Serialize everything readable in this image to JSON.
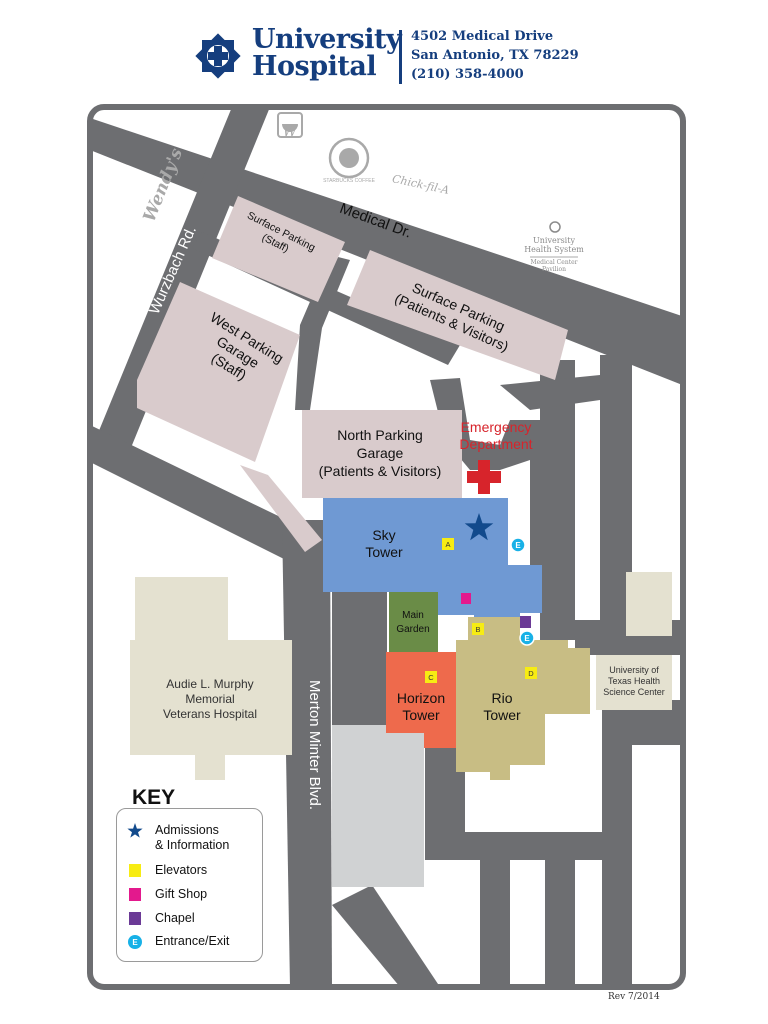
{
  "header": {
    "logo_line1": "University",
    "logo_line2": "Hospital",
    "address_line1": "4502 Medical Drive",
    "address_line2": "San Antonio, TX 78229",
    "phone": "(210) 358-4000"
  },
  "streets": {
    "medical_dr": "Medical Dr.",
    "wurzbach_rd": "Wurzbach Rd.",
    "merton_minter_blvd": "Merton Minter Blvd."
  },
  "landmarks": {
    "wendys": "Wendy's",
    "starbucks": "STARBUCKS COFFEE",
    "chick_fil_a": "Chick-fil-A",
    "uhs_line1": "University",
    "uhs_line2": "Health System",
    "uhs_line3": "Medical Center",
    "uhs_line4": "Pavilion"
  },
  "buildings": {
    "surface_staff_line1": "Surface Parking",
    "surface_staff_line2": "(Staff)",
    "surface_patients_line1": "Surface Parking",
    "surface_patients_line2": "(Patients & Visitors)",
    "west_garage_line1": "West Parking",
    "west_garage_line2": "Garage",
    "west_garage_line3": "(Staff)",
    "north_garage_line1": "North Parking",
    "north_garage_line2": "Garage",
    "north_garage_line3": "(Patients & Visitors)",
    "emergency_line1": "Emergency",
    "emergency_line2": "Department",
    "sky_line1": "Sky",
    "sky_line2": "Tower",
    "garden_line1": "Main",
    "garden_line2": "Garden",
    "horizon_line1": "Horizon",
    "horizon_line2": "Tower",
    "rio_line1": "Rio",
    "rio_line2": "Tower",
    "va_line1": "Audie L. Murphy",
    "va_line2": "Memorial",
    "va_line3": "Veterans Hospital",
    "uthscsa_line1": "University of",
    "uthscsa_line2": "Texas Health",
    "uthscsa_line3": "Science Center"
  },
  "markers": {
    "elevator_a": "A",
    "elevator_b": "B",
    "elevator_c": "C",
    "elevator_d": "D",
    "entrance_1": "E",
    "entrance_2": "E"
  },
  "key": {
    "title": "KEY",
    "items": [
      {
        "icon": "star-icon",
        "line1": "Admissions",
        "line2": "& Information",
        "color": "#124a8c"
      },
      {
        "icon": "square-icon",
        "line1": "Elevators",
        "color": "#f7ec13"
      },
      {
        "icon": "square-icon",
        "line1": "Gift Shop",
        "color": "#e3198d"
      },
      {
        "icon": "square-icon",
        "line1": "Chapel",
        "color": "#6b3a96"
      },
      {
        "icon": "circle-e-icon",
        "line1": "Entrance/Exit",
        "letter": "E",
        "color": "#18b1e7"
      }
    ]
  },
  "revision": "Rev 7/2014",
  "colors": {
    "road": "#6d6e71",
    "parking": "#d9cbcc",
    "sky_tower": "#6f99d3",
    "main_garden": "#6a8c47",
    "horizon_tower": "#ee6a4c",
    "rio_tower": "#c8bd84",
    "other_building": "#e4e1d0",
    "emergency": "#d7242b",
    "brand": "#153e7e"
  }
}
